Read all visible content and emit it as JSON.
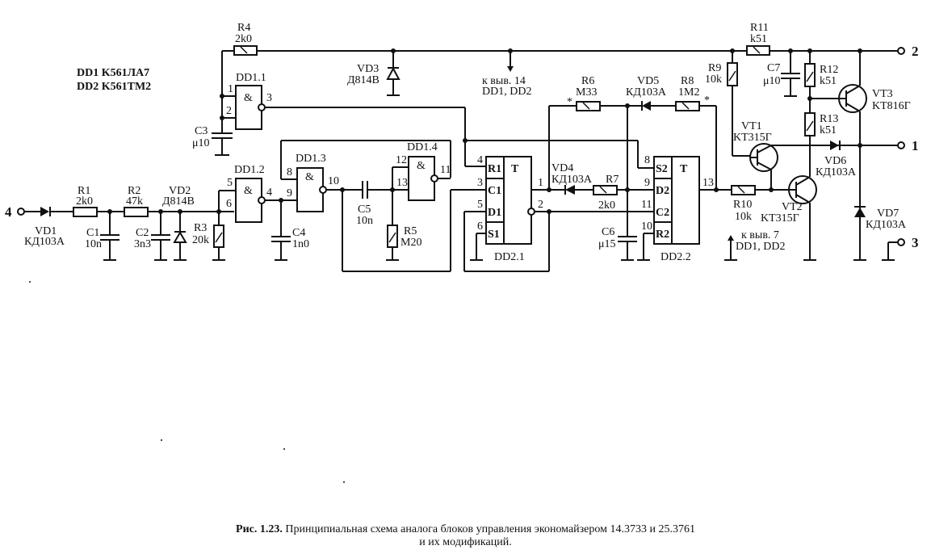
{
  "ic_legend": [
    "DD1  K561ЛА7",
    "DD2  K561TM2"
  ],
  "caption": {
    "prefix": "Рис. 1.23.",
    "line1": " Принципиальная схема аналога блоков управления экономайзером 14.3733 и 25.3761",
    "line2": "и их модификаций."
  },
  "terminals": {
    "t1": "1",
    "t2": "2",
    "t3": "3",
    "t4": "4"
  },
  "components": {
    "VD1": {
      "ref": "VD1",
      "value": "КД103А"
    },
    "R1": {
      "ref": "R1",
      "value": "2k0"
    },
    "R2": {
      "ref": "R2",
      "value": "47k"
    },
    "C1": {
      "ref": "C1",
      "value": "10n"
    },
    "C2": {
      "ref": "C2",
      "value": "3n3"
    },
    "VD2": {
      "ref": "VD2",
      "value": "Д814В"
    },
    "R3": {
      "ref": "R3",
      "value": "20k"
    },
    "R4": {
      "ref": "R4",
      "value": "2k0"
    },
    "C3": {
      "ref": "C3",
      "value": "μ10"
    },
    "VD3": {
      "ref": "VD3",
      "value": "Д814В"
    },
    "C4": {
      "ref": "C4",
      "value": "1n0"
    },
    "C5": {
      "ref": "C5",
      "value": "10n"
    },
    "R5": {
      "ref": "R5",
      "value": "M20"
    },
    "R6": {
      "ref": "R6",
      "value": "M33"
    },
    "VD5": {
      "ref": "VD5",
      "value": "КД103А"
    },
    "R8": {
      "ref": "R8",
      "value": "1M2"
    },
    "VD4": {
      "ref": "VD4",
      "value": "КД103А"
    },
    "R7": {
      "ref": "R7",
      "value": "2k0"
    },
    "C6": {
      "ref": "C6",
      "value": "μ15"
    },
    "R9": {
      "ref": "R9",
      "value": "10k"
    },
    "R11": {
      "ref": "R11",
      "value": "k51"
    },
    "C7": {
      "ref": "C7",
      "value": "μ10"
    },
    "R12": {
      "ref": "R12",
      "value": "k51"
    },
    "R13": {
      "ref": "R13",
      "value": "k51"
    },
    "VT1": {
      "ref": "VT1",
      "value": "KT315Г"
    },
    "VT2": {
      "ref": "VT2",
      "value": "KT315Г"
    },
    "VT3": {
      "ref": "VT3",
      "value": "KT816Г"
    },
    "VD6": {
      "ref": "VD6",
      "value": "КД103А"
    },
    "VD7": {
      "ref": "VD7",
      "value": "КД103А"
    },
    "R10": {
      "ref": "R10",
      "value": "10k"
    }
  },
  "gates": {
    "DD1_1": {
      "name": "DD1.1",
      "sym": "&",
      "pins": [
        "1",
        "2",
        "3"
      ]
    },
    "DD1_2": {
      "name": "DD1.2",
      "sym": "&",
      "pins": [
        "5",
        "6",
        "4"
      ]
    },
    "DD1_3": {
      "name": "DD1.3",
      "sym": "&",
      "pins": [
        "8",
        "9",
        "10"
      ]
    },
    "DD1_4": {
      "name": "DD1.4",
      "sym": "&",
      "pins": [
        "12",
        "13",
        "11"
      ]
    }
  },
  "flipflops": {
    "DD2_1": {
      "name": "DD2.1",
      "sym": "T",
      "inputs": [
        "R1",
        "C1",
        "D1",
        "S1"
      ],
      "in_pins": [
        "4",
        "3",
        "5",
        "6"
      ],
      "out_pins": [
        "1",
        "2"
      ]
    },
    "DD2_2": {
      "name": "DD2.2",
      "sym": "T",
      "inputs": [
        "S2",
        "D2",
        "C2",
        "R2"
      ],
      "in_pins": [
        "8",
        "9",
        "11",
        "10"
      ],
      "out_pins": [
        "13"
      ]
    }
  },
  "notes": {
    "pin14": [
      "к выв. 14",
      "DD1, DD2"
    ],
    "pin7": [
      "к выв. 7",
      "DD1, DD2"
    ],
    "star": "*"
  }
}
